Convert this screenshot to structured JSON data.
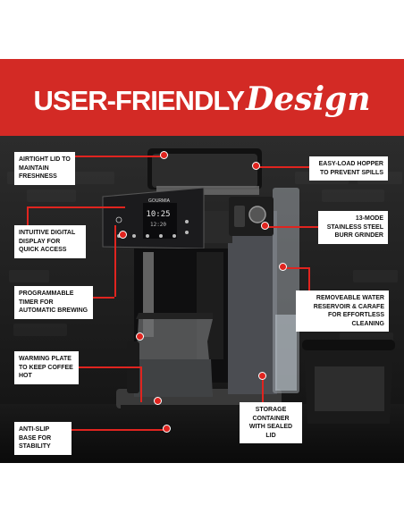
{
  "headline": {
    "bold": "USER-FRIENDLY",
    "script": "Design"
  },
  "brand": "GOURMIA",
  "display": {
    "time": "10:25",
    "subtext": "12:20"
  },
  "labels": {
    "airtight_lid": "AIRTIGHT LID TO MAINTAIN FRESHNESS",
    "digital_display": "INTUITIVE DIGITAL DISPLAY FOR QUICK ACCESS",
    "programmable_timer": "PROGRAMMABLE TIMER FOR AUTOMATIC BREWING",
    "warming_plate": "WARMING PLATE TO KEEP COFFEE HOT",
    "anti_slip": "ANTI-SLIP BASE FOR STABILITY",
    "hopper": "EASY-LOAD HOPPER TO PREVENT SPILLS",
    "burr_grinder": "13-MODE STAINLESS STEEL BURR GRINDER",
    "reservoir": "REMOVEABLE WATER RESERVOIR & CARAFE FOR EFFORTLESS CLEANING",
    "storage": "STORAGE CONTAINER WITH SEALED LID"
  },
  "colors": {
    "banner": "#d32a25",
    "accent": "#e0241f",
    "label_bg": "#ffffff"
  }
}
